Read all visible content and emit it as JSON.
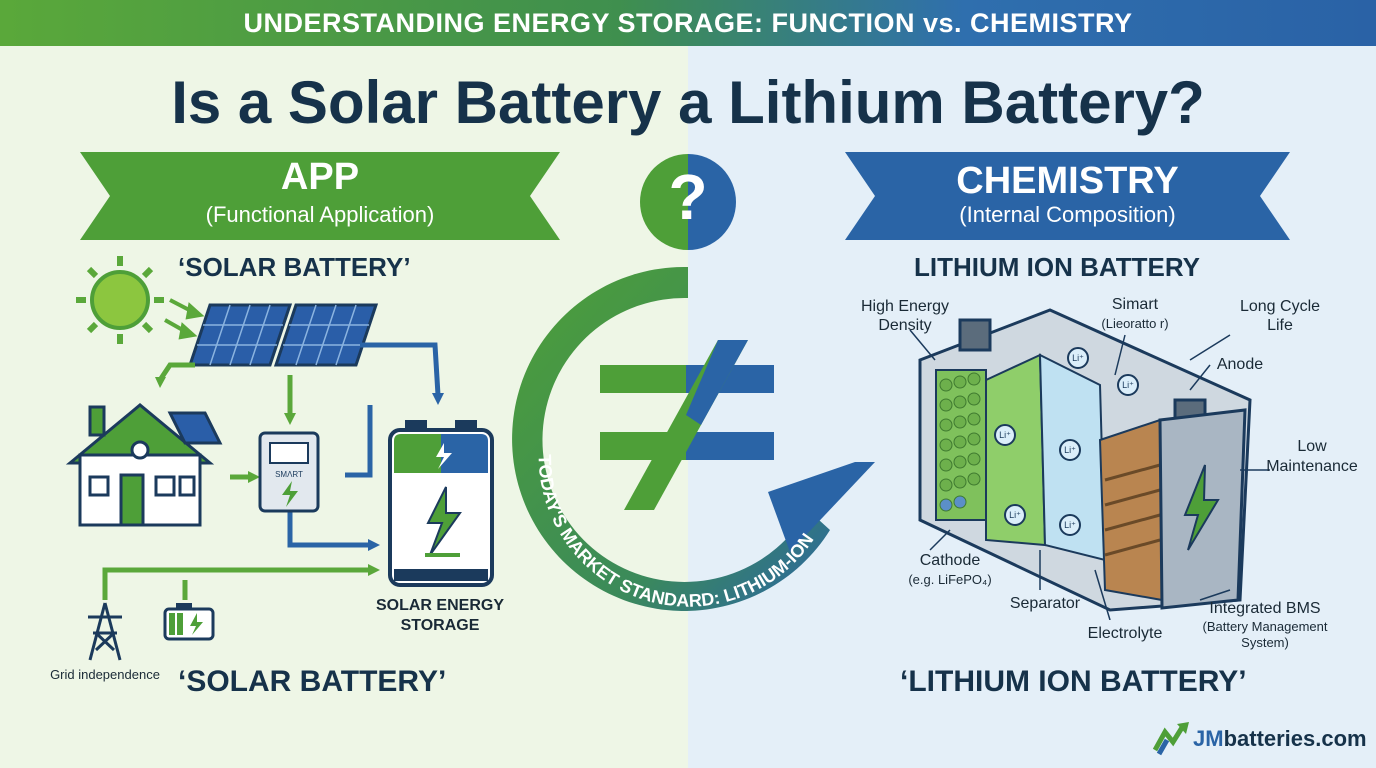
{
  "header": {
    "banner": "UNDERSTANDING ENERGY STORAGE: FUNCTION vs. CHEMISTRY",
    "title": "Is a Solar Battery a Lithium Battery?"
  },
  "left": {
    "banner_title": "APP",
    "banner_sub": "(Functional Application)",
    "quote_top": "‘SOLAR BATTERY’",
    "meter_text": "SMΛRT",
    "storage_label": "SOLAR ENERGY STORAGE",
    "grid_label": "Grid independence",
    "quote_bottom": "‘SOLAR BATTERY’"
  },
  "center": {
    "question": "?",
    "not_equal": "≠",
    "arc_text": "TODAY'S MARKET STANDARD: LITHIUM-ION"
  },
  "right": {
    "banner_title": "CHEMISTRY",
    "banner_sub": "(Internal Composition)",
    "subtitle": "LITHIUM ION BATTERY",
    "labels": {
      "high_energy": "High Energy Density",
      "smart": "Simart",
      "smart_sub": "(Lieoratto r)",
      "long_cycle": "Long Cycle Life",
      "anode": "Anode",
      "low_maint": "Low Maintenance",
      "cathode": "Cathode",
      "cathode_sub": "(e.g. LiFePO₄)",
      "separator": "Separator",
      "electrolyte": "Electrolyte",
      "bms": "Integrated BMS",
      "bms_sub": "(Battery Management System)"
    },
    "ion_label": "Li⁺",
    "quote_bottom": "‘LITHIUM ION BATTERY’"
  },
  "footer": {
    "brand_jm": "JM",
    "brand_rest": "batteries.com"
  },
  "colors": {
    "green": "#4e9f38",
    "blue": "#2a64a6",
    "navy": "#16324a"
  }
}
